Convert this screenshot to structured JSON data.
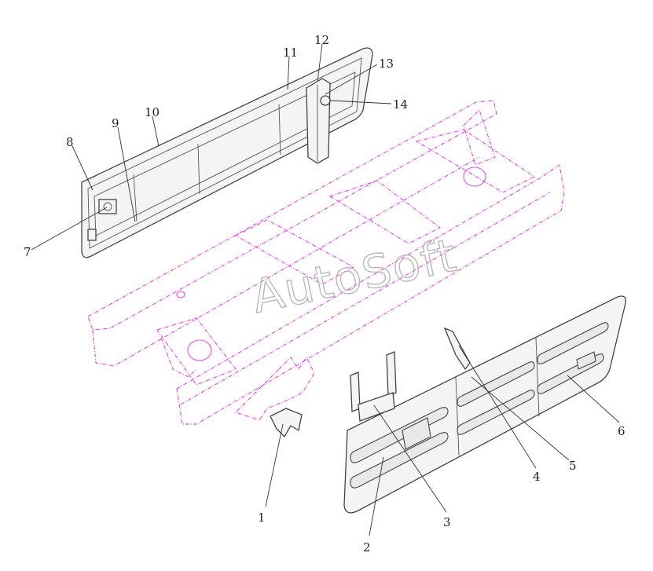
{
  "watermark": "AutoSoft",
  "colors": {
    "frame": "#e84de8",
    "part_outline": "#444444",
    "callout_text": "#222222"
  },
  "callouts": [
    {
      "id": "c1",
      "label": "1"
    },
    {
      "id": "c2",
      "label": "2"
    },
    {
      "id": "c3",
      "label": "3"
    },
    {
      "id": "c4",
      "label": "4"
    },
    {
      "id": "c5",
      "label": "5"
    },
    {
      "id": "c6",
      "label": "6"
    },
    {
      "id": "c7",
      "label": "7"
    },
    {
      "id": "c8",
      "label": "8"
    },
    {
      "id": "c9",
      "label": "9"
    },
    {
      "id": "c10",
      "label": "10"
    },
    {
      "id": "c11",
      "label": "11"
    },
    {
      "id": "c12",
      "label": "12"
    },
    {
      "id": "c13",
      "label": "13"
    },
    {
      "id": "c14",
      "label": "14"
    }
  ]
}
